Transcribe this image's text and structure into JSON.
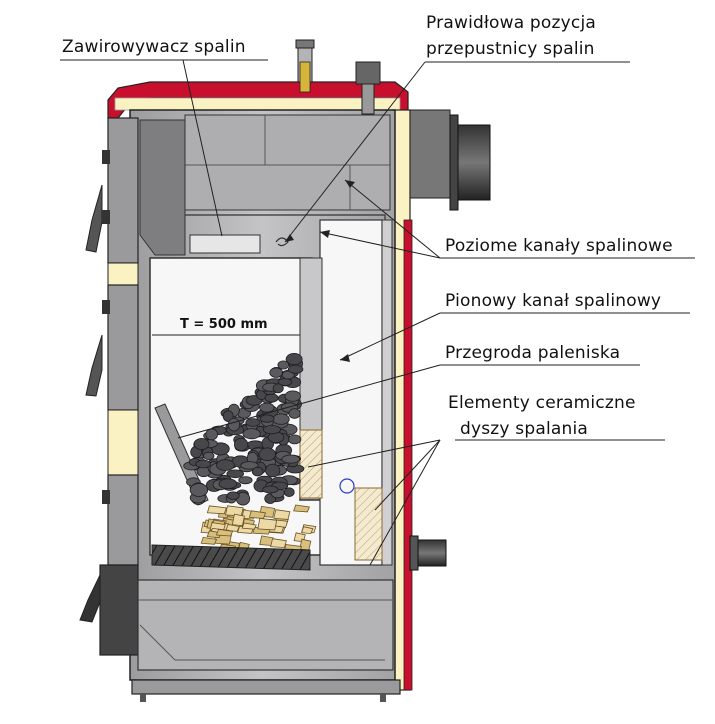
{
  "labels": {
    "swirler": "Zawirowywacz spalin",
    "damper_line1": "Prawidłowa pozycja",
    "damper_line2": "przepustnicy spalin",
    "horizontal_channels": "Poziome kanały spalinowe",
    "vertical_channel": "Pionowy kanał spalinowy",
    "firebox_baffle": "Przegroda paleniska",
    "ceramic_line1": "Elementy ceramiczne",
    "ceramic_line2": "dyszy spalania",
    "fuel_depth": "T = 500 mm"
  },
  "colors": {
    "outer_casing": "#c8102e",
    "insulation": "#fbf2c4",
    "steel": "#b4b4b6",
    "steel_dark": "#8a8a8c",
    "coal": "#555559",
    "wood": "#e8d49a",
    "outline": "#222222"
  },
  "icons": {
    "flue_outlet": "flue-pipe-icon",
    "water_connector": "pipe-connector-icon",
    "door_handle": "door-handle-icon"
  }
}
